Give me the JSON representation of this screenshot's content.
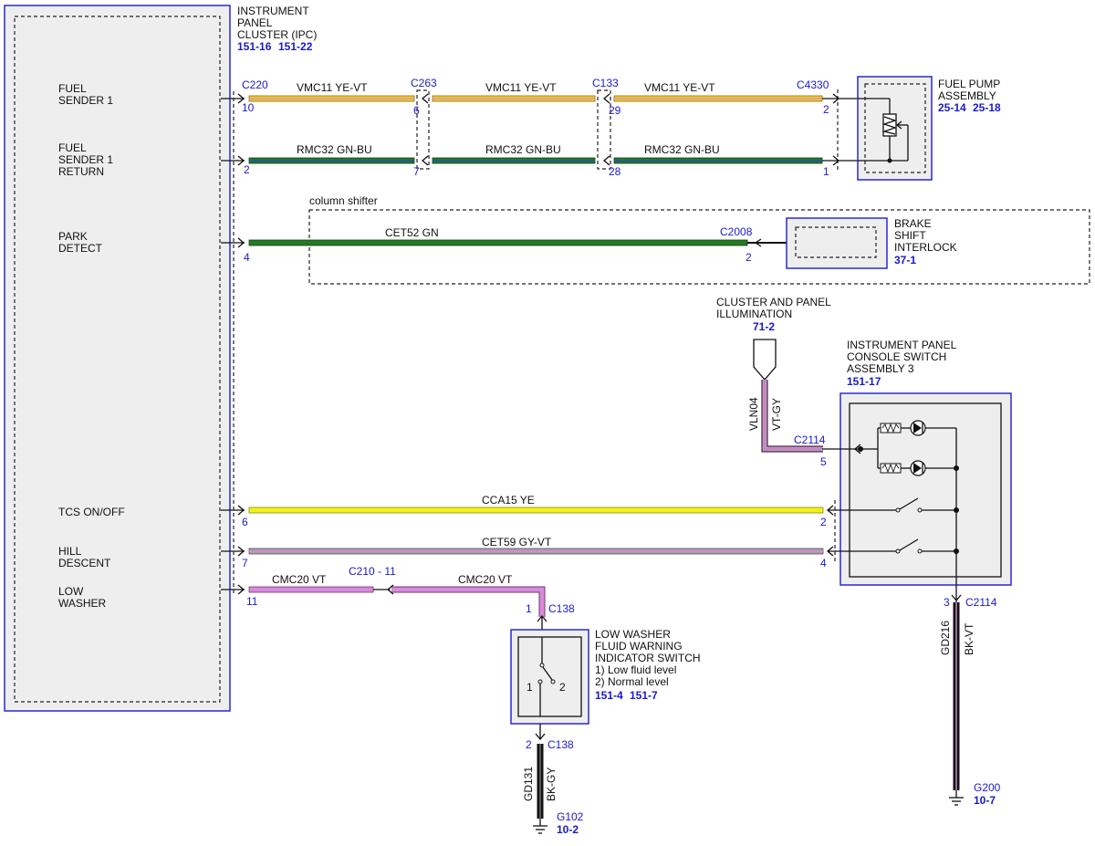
{
  "ipc": {
    "title": [
      "INSTRUMENT",
      "PANEL",
      "CLUSTER (IPC)"
    ],
    "refs": [
      "151-16",
      "151-22"
    ],
    "pins": {
      "fuel_sender": [
        "FUEL",
        "SENDER 1"
      ],
      "fuel_return": [
        "FUEL",
        "SENDER 1",
        "RETURN"
      ],
      "park": [
        "PARK",
        "DETECT"
      ],
      "tcs": [
        "TCS ON/OFF"
      ],
      "hill": [
        "HILL",
        "DESCENT"
      ],
      "washer": [
        "LOW",
        "WASHER"
      ]
    }
  },
  "connectors": {
    "c220": "C220",
    "c263": "C263",
    "c133": "C133",
    "c4330": "C4330",
    "c2008": "C2008",
    "c2114": "C2114",
    "c2114b": "C2114",
    "c210": "C210 - 11",
    "c138a": "C138",
    "c138b": "C138"
  },
  "pins": {
    "p10": "10",
    "p6": "6",
    "p29": "29",
    "p2a": "2",
    "p2b": "2",
    "p7": "7",
    "p28": "28",
    "p1": "1",
    "p4": "4",
    "p2c": "2",
    "p5": "5",
    "p6b": "6",
    "p2d": "2",
    "p7b": "7",
    "p4b": "4",
    "p11": "11",
    "p1b": "1",
    "p2e": "2",
    "p3": "3"
  },
  "wires": {
    "vmc11": "VMC11  YE-VT",
    "rmc32": "RMC32  GN-BU",
    "cet52": "CET52   GN",
    "cca15": "CCA15   YE",
    "cet59": "CET59   GY-VT",
    "cmc20": "CMC20   VT",
    "vln04": "VLN04",
    "vtgy": "VT-GY",
    "gd216": "GD216",
    "bkvt": "BK-VT",
    "gd131": "GD131",
    "bkgy": "BK-GY"
  },
  "fuel_pump": {
    "title": [
      "FUEL PUMP",
      "ASSEMBLY"
    ],
    "refs": [
      "25-14",
      "25-18"
    ]
  },
  "column_shifter": "column shifter",
  "brake": {
    "title": [
      "BRAKE",
      "SHIFT",
      "INTERLOCK"
    ],
    "ref": "37-1"
  },
  "illum": {
    "title": [
      "CLUSTER AND PANEL",
      "ILLUMINATION"
    ],
    "ref": "71-2"
  },
  "console": {
    "title": [
      "INSTRUMENT PANEL",
      "CONSOLE SWITCH",
      "ASSEMBLY 3"
    ],
    "ref": "151-17"
  },
  "washer_switch": {
    "title": [
      "LOW WASHER",
      "FLUID WARNING",
      "INDICATOR SWITCH"
    ],
    "notes": [
      "1) Low fluid level",
      "2) Normal level"
    ],
    "refs": [
      "151-4",
      "151-7"
    ],
    "pos1": "1",
    "pos2": "2"
  },
  "grounds": {
    "g200": "G200",
    "g200_ref": "10-7",
    "g102": "G102",
    "g102_ref": "10-2"
  },
  "colors": {
    "blue": "#1a1acc",
    "yellow": "#f2d21b",
    "violet": "#d98ad9",
    "green": "#237a23",
    "blue_stripe": "#2a4cc0",
    "gray": "#a89fa8",
    "black": "#111111"
  }
}
